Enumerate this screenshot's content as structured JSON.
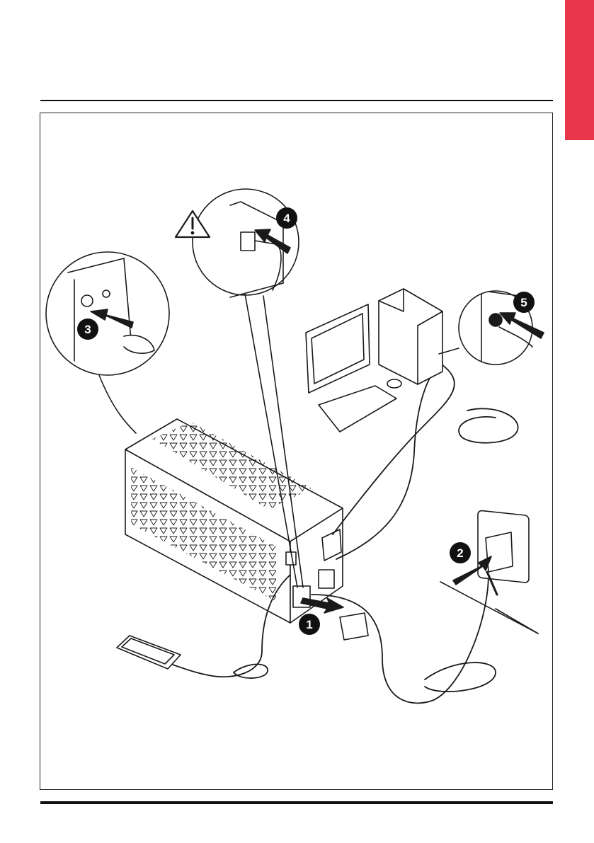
{
  "colors": {
    "accent_tab": "#e8374a",
    "ink": "#1a1a1a",
    "paper": "#ffffff"
  },
  "steps": [
    {
      "label": "1"
    },
    {
      "label": "2"
    },
    {
      "label": "3"
    },
    {
      "label": "4"
    },
    {
      "label": "5"
    }
  ],
  "icons": [
    "warning-icon",
    "power-button-icon",
    "usb-port-icon",
    "wall-socket-icon"
  ]
}
